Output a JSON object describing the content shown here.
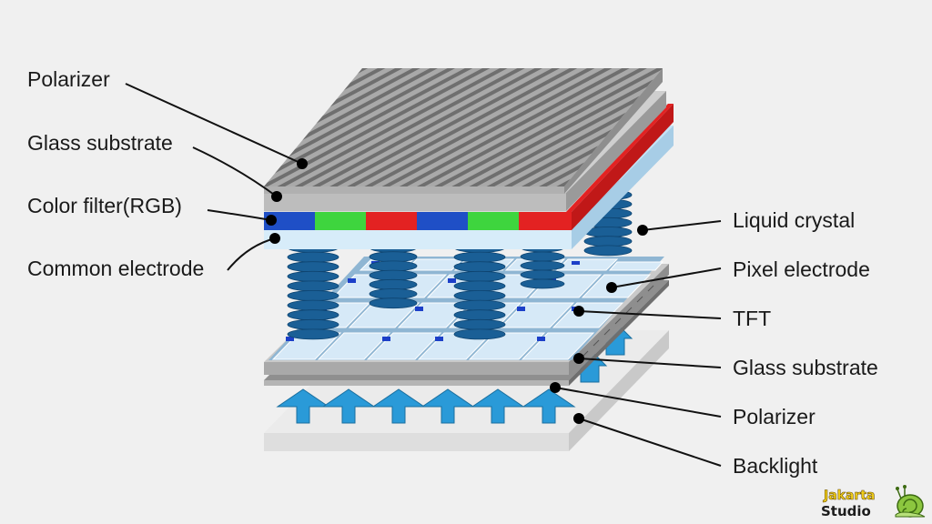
{
  "labels": {
    "polarizer_top": "Polarizer",
    "glass_substrate_top": "Glass substrate",
    "color_filter": "Color filter(RGB)",
    "common_electrode": "Common electrode",
    "liquid_crystal": "Liquid crystal",
    "pixel_electrode": "Pixel electrode",
    "tft": "TFT",
    "glass_substrate_bottom": "Glass substrate",
    "polarizer_bottom": "Polarizer",
    "backlight": "Backlight"
  },
  "watermark": {
    "line1": "Jakarta",
    "line2": "Studio"
  },
  "colors": {
    "background": "#f0f0f0",
    "filter_blue": "#1f4fc6",
    "filter_green": "#3ed53e",
    "filter_red": "#e32222",
    "liquid_crystal": "#1a5f96",
    "arrow": "#2a9ad8",
    "pixel_cell": "#d6e9f7",
    "tft_chip": "#1c3fc8",
    "polarizer_stripes": "#7a7a7a"
  },
  "icons": {
    "logo": "snail-icon"
  }
}
